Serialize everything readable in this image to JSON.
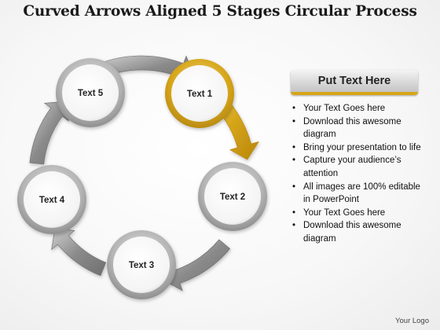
{
  "title": "Curved Arrows Aligned 5 Stages Circular Process",
  "stages": [
    {
      "label": "Text 1",
      "highlight": true
    },
    {
      "label": "Text 2",
      "highlight": false
    },
    {
      "label": "Text 3",
      "highlight": false
    },
    {
      "label": "Text 4",
      "highlight": false
    },
    {
      "label": "Text 5",
      "highlight": false
    }
  ],
  "panel": {
    "header": "Put Text Here",
    "bullets": [
      "Your Text Goes here",
      "Download this awesome diagram",
      "Bring your presentation to life",
      "Capture your audience’s attention",
      "All images are 100% editable in PowerPoint",
      "Your Text Goes here",
      "Download this awesome diagram"
    ]
  },
  "logo": "Your Logo",
  "colors": {
    "accent": "#d6a519",
    "arrow_gray": "#8a8a8a",
    "ring_gray": "#b8b8b8"
  }
}
